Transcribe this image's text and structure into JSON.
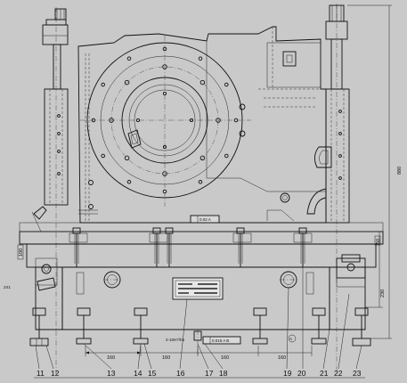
{
  "callouts": [
    "11",
    "12",
    "13",
    "14",
    "15",
    "16",
    "17",
    "18",
    "19",
    "20",
    "21",
    "22",
    "23"
  ],
  "dimensions": {
    "height_right": "880",
    "base_left": "100",
    "base_right": "50",
    "right_lower": "230",
    "bottom_spans": [
      "160",
      "160",
      "160",
      "160"
    ]
  },
  "annotations": {
    "flatness_top": "0.02 A",
    "flatness_bottom": "0.015 A B",
    "hole_note": "2-10H7/h6",
    "datum_a": "A",
    "datum_b": "B",
    "left_note": "2X1"
  },
  "colors": {
    "background": "#c9c9c9",
    "ink": "#111111",
    "plate": "#e6e6e6"
  }
}
